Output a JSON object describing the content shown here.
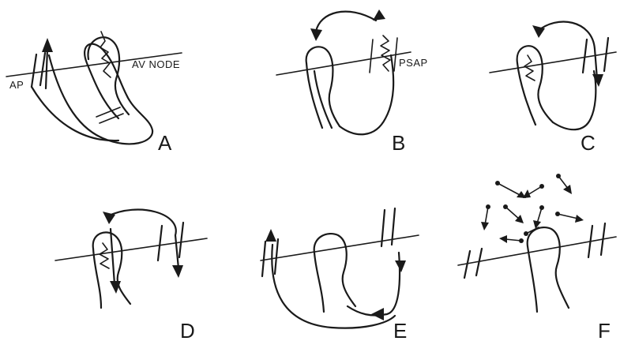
{
  "panels": {
    "a": {
      "letter": "A",
      "label_ap": "AP",
      "label_av_node": "AV NODE"
    },
    "b": {
      "letter": "B",
      "label_psap": "PSAP"
    },
    "c": {
      "letter": "C"
    },
    "d": {
      "letter": "D"
    },
    "e": {
      "letter": "E"
    },
    "f": {
      "letter": "F"
    }
  },
  "colors": {
    "ink": "#1a1a1a",
    "background": "#ffffff"
  }
}
